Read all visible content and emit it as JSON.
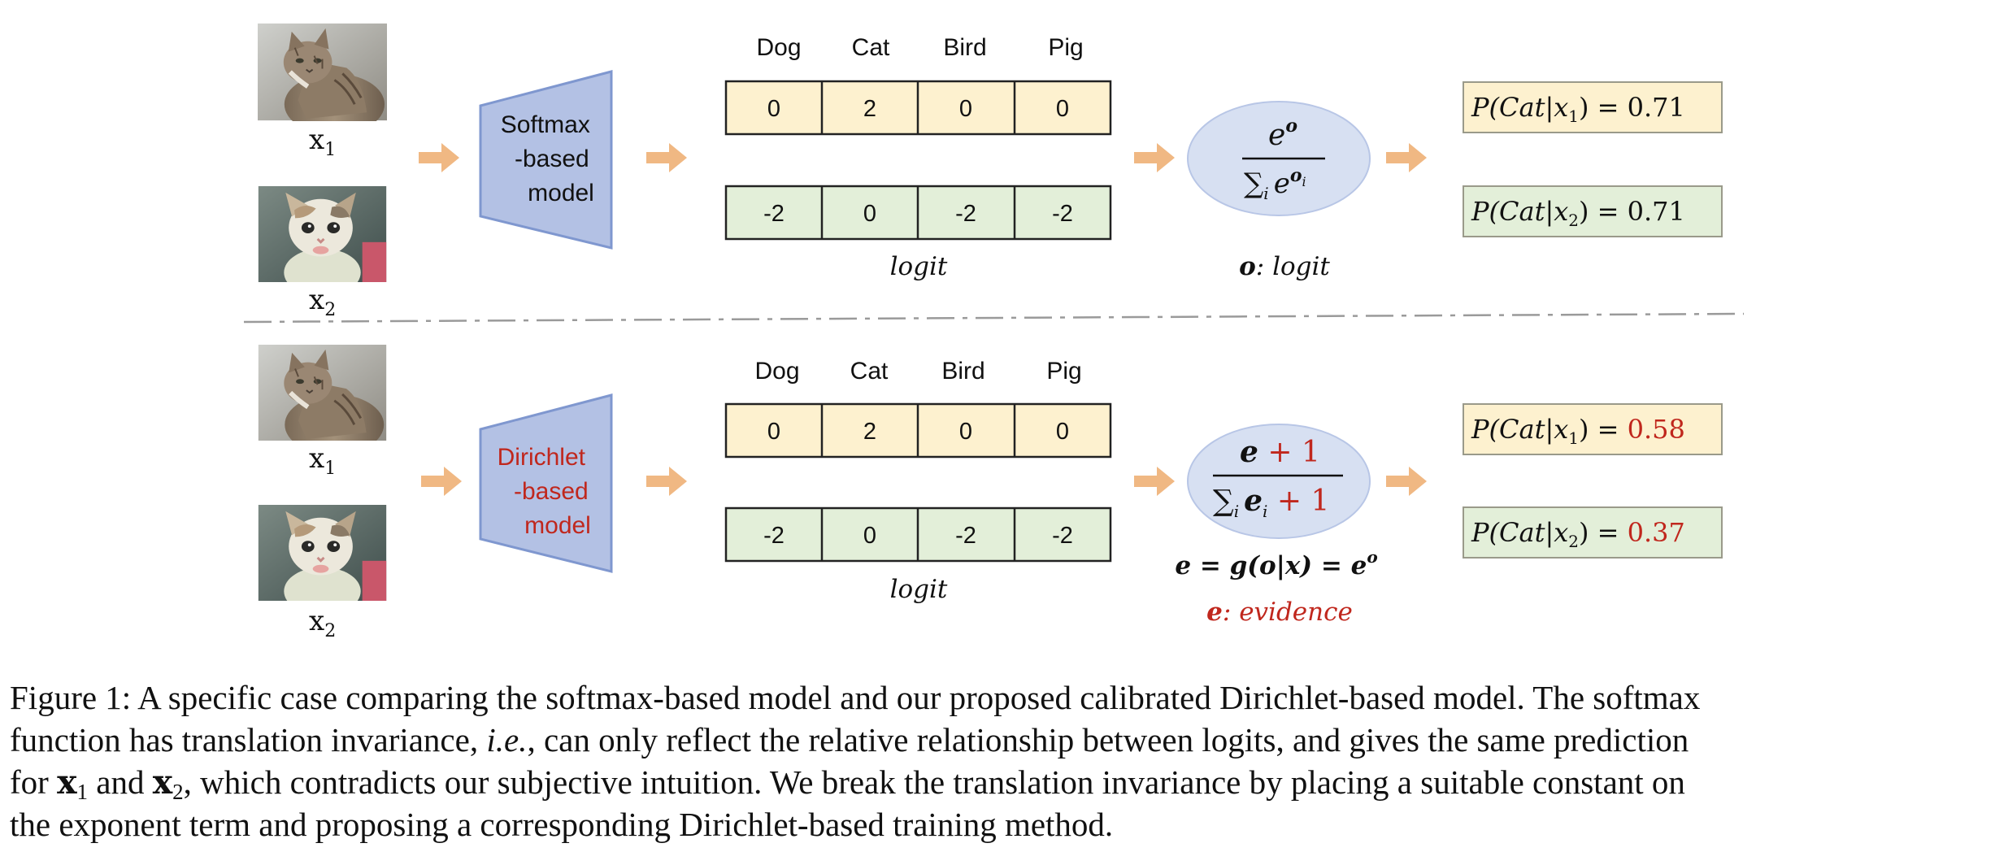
{
  "softmax_row": {
    "model_label_lines": [
      "Softmax",
      "-based",
      "model"
    ],
    "class_headers": [
      "Dog",
      "Cat",
      "Bird",
      "Pig"
    ],
    "logits_x1": [
      "0",
      "2",
      "0",
      "0"
    ],
    "logits_x2": [
      "-2",
      "0",
      "-2",
      "-2"
    ],
    "logit_label": "logit",
    "formula_numerator": "e",
    "formula_numerator_sup": "o",
    "formula_denominator_sum": "∑",
    "formula_denominator_sub": "i",
    "formula_denominator_e": "e",
    "formula_denominator_sup": "o",
    "formula_denominator_sup_sub": "i",
    "formula_note_bold": "o",
    "formula_note_rest": ": logit",
    "output_x1": {
      "prefix": "P(Cat|x",
      "index": "1",
      "suffix": ") = ",
      "value": "0.71"
    },
    "output_x2": {
      "prefix": "P(Cat|x",
      "index": "2",
      "suffix": ") = ",
      "value": "0.71"
    }
  },
  "dirichlet_row": {
    "model_label_lines": [
      "Dirichlet",
      "-based",
      "model"
    ],
    "class_headers": [
      "Dog",
      "Cat",
      "Bird",
      "Pig"
    ],
    "logits_x1": [
      "0",
      "2",
      "0",
      "0"
    ],
    "logits_x2": [
      "-2",
      "0",
      "-2",
      "-2"
    ],
    "logit_label": "logit",
    "formula_numerator_e": "e",
    "formula_numerator_plus": " + 1",
    "formula_denominator_sum": "∑",
    "formula_denominator_sub": "i",
    "formula_denominator_e": "e",
    "formula_denominator_e_sub": "i",
    "formula_denominator_plus": " + 1",
    "evidence_def": "e = g(o|x) = e",
    "evidence_def_sup": "o",
    "evidence_note_bold": "e",
    "evidence_note_rest": ": evidence",
    "output_x1": {
      "prefix": "P(Cat|x",
      "index": "1",
      "suffix": ") = ",
      "value": "0.58"
    },
    "output_x2": {
      "prefix": "P(Cat|x",
      "index": "2",
      "suffix": ") = ",
      "value": "0.37"
    }
  },
  "input_labels": {
    "x": "x",
    "sub1": "1",
    "sub2": "2"
  },
  "caption": {
    "line1": "Figure 1: A specific case comparing the softmax-based model and our proposed calibrated Dirichlet-based model. The softmax",
    "line2_a": "function has translation invariance, ",
    "line2_ie": "i.e.",
    "line2_b": ", can only reflect the relative relationship between logits, and gives the same prediction",
    "line3_a": "for ",
    "line3_x": "x",
    "line3_sub1": "1",
    "line3_and": " and ",
    "line3_sub2": "2",
    "line3_b": ", which contradicts our subjective intuition. We break the translation invariance by placing a suitable constant on",
    "line4": "the exponent term and proposing a corresponding Dirichlet-based training method."
  },
  "colors": {
    "yellow_fill": "#fdf1cf",
    "green_fill": "#e3efd9",
    "trapezoid_fill": "#b3c1e4",
    "trapezoid_stroke": "#7f97cf",
    "ellipse_fill": "#d7e0f2",
    "arrow_fill": "#f0b883",
    "red": "#c0271d",
    "text": "#111111",
    "divider": "#9a9a9a"
  },
  "icons": [
    "cat-photo-icon",
    "kitten-photo-icon",
    "right-arrow-icon"
  ]
}
